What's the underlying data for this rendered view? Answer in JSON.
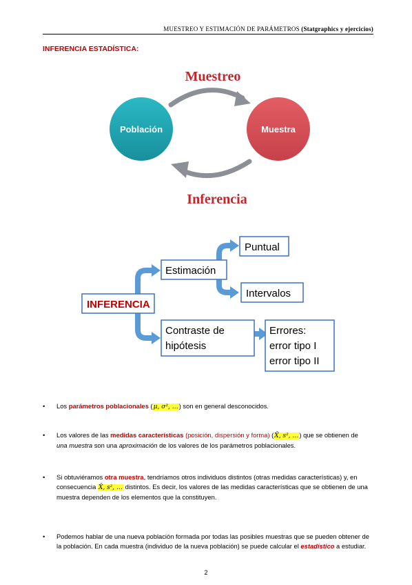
{
  "header": {
    "text_caps": "MUESTREO Y ESTIMACIÓN DE PARÁMETROS",
    "text_paren": "(Statgraphics y ejercicios)"
  },
  "section_title": "INFERENCIA ESTADÍSTICA:",
  "cycle_diagram": {
    "top_label": "Muestreo",
    "bottom_label": "Inferencia",
    "left_circle": "Población",
    "right_circle": "Muestra",
    "colors": {
      "poblacion": "#1fa6b3",
      "muestra": "#d94f55",
      "label": "#c0272d",
      "arrow": "#8c9096"
    }
  },
  "tree_diagram": {
    "root": "INFERENCIA",
    "estimacion": "Estimación",
    "puntual": "Puntual",
    "intervalos": "Intervalos",
    "contraste_l1": "Contraste de",
    "contraste_l2": "hipótesis",
    "errores_l1": "Errores:",
    "errores_l2": "error tipo I",
    "errores_l3": "error tipo II",
    "colors": {
      "box_border": "#4a79c2",
      "arrow": "#5b9bd5",
      "root_text": "#c00000"
    }
  },
  "bullets": {
    "b1": {
      "pre": "Los ",
      "red": "parámetros poblacionales",
      "hl": "μ, σ², …",
      "post": " son en general desconocidos."
    },
    "b2": {
      "pre": "Los valores de las ",
      "red_bold": "medidas características",
      "red_paren": " (posición, dispersión y forma) ",
      "hl": "X̄, s², …",
      "mid": " que se obtienen de ",
      "ital1": "una muestra",
      "mid2": " son una ",
      "ital2": "aproximación",
      "post": " de los valores de los parámetros poblacionales."
    },
    "b3": {
      "pre": "Si obtuviéramos ",
      "red": "otra muestra",
      "mid": ", tendríamos otros individuos distintos (otras medidas características) y, en consecuencia ",
      "hl": "X̄, s², …",
      "post": " distintos.  Es decir, los valores de las medidas características que se obtienen de una muestra dependen de los elementos que la constituyen."
    },
    "b4": {
      "pre": "Podemos hablar de una nueva población formada por todas las posibles muestras que se pueden obtener de la población.  En cada muestra (individuo de la nueva población) se puede calcular el ",
      "red_ital": "estadístico",
      "post": " a estudiar."
    },
    "bullet_char": "•"
  },
  "page_number": "2"
}
